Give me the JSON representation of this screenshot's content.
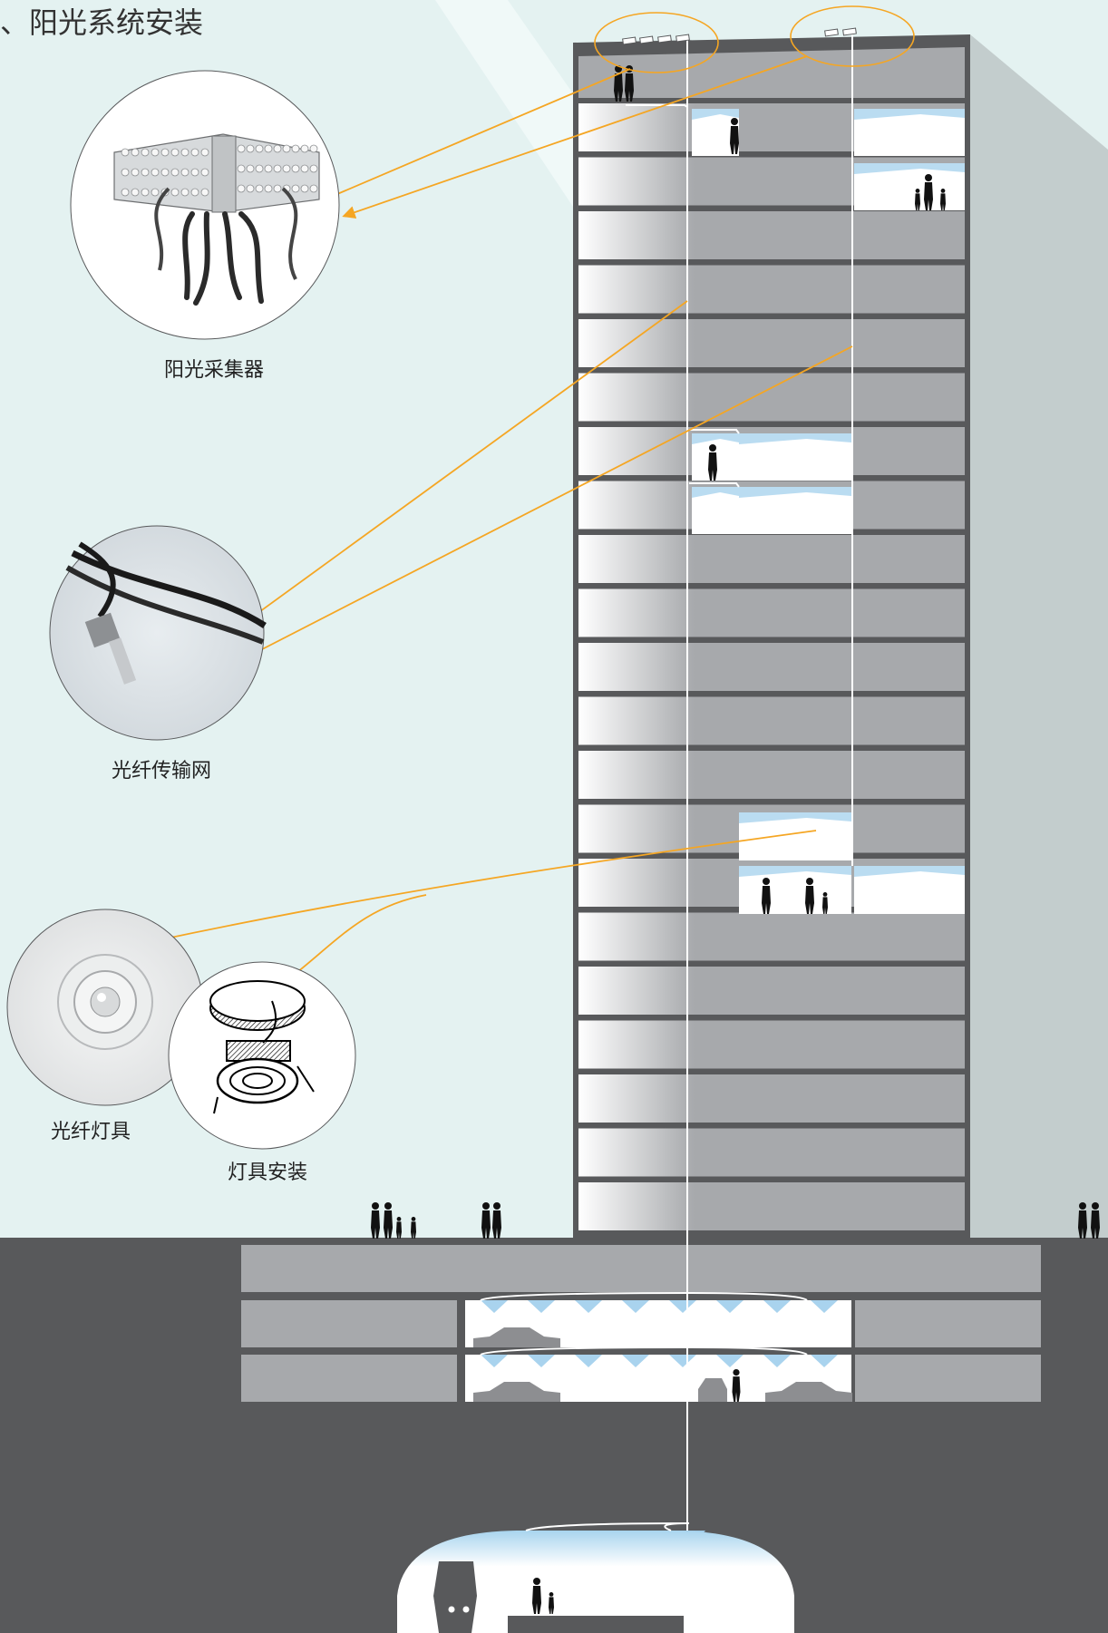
{
  "title": "、阳光系统安装",
  "components": {
    "collector": "阳光采集器",
    "fiber": "光纤传输网",
    "luminaire": "光纤灯具",
    "installation": "灯具安装"
  },
  "colors": {
    "sky": "#e4f2f1",
    "ground": "#58595b",
    "building": "#a7a9ac",
    "slab": "#58595b",
    "lit_room": "#ffffff",
    "light_beam": "#bfe0f2",
    "annotation": "#f5a623",
    "shadow": "#c3cdcd"
  }
}
